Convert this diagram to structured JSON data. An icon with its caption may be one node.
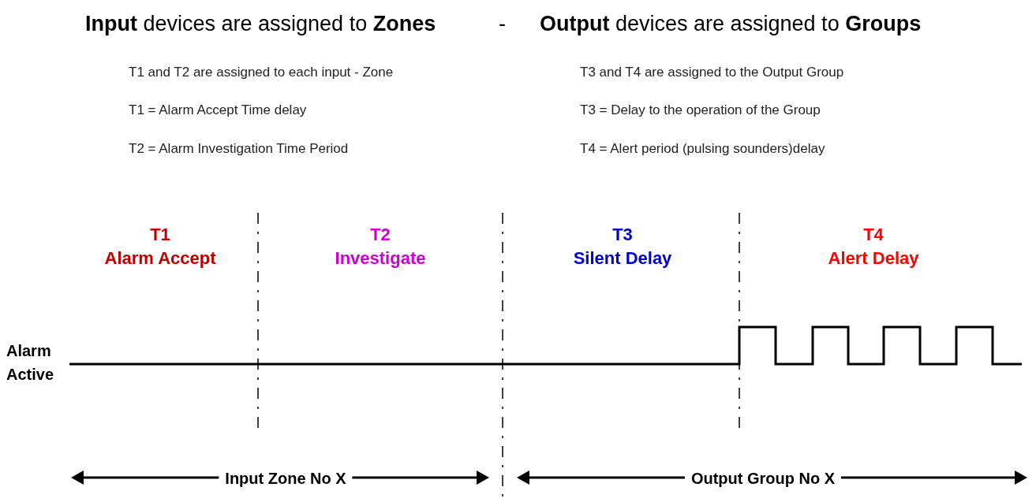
{
  "diagram": {
    "labels": [
      "**Input** devices are assigned to **Zones**",
      "-",
      "**Output** devices are assigned to **Groups**",
      "T1 and T2 are assigned to each input - Zone",
      "T1 = Alarm Accept Time delay",
      "T2 = Alarm Investigation Time Period",
      "T3 and T4 are assigned to the Output Group",
      "T3 = Delay to the operation of the Group",
      "T4 = Alert period (pulsing sounders)delay",
      "T1",
      "Alarm Accept",
      "T2",
      "Investigate",
      "T3",
      "Silent Delay",
      "T4",
      "Alert Delay",
      "Alarm Active",
      "Input Zone No X",
      "Output Group No X"
    ]
  }
}
